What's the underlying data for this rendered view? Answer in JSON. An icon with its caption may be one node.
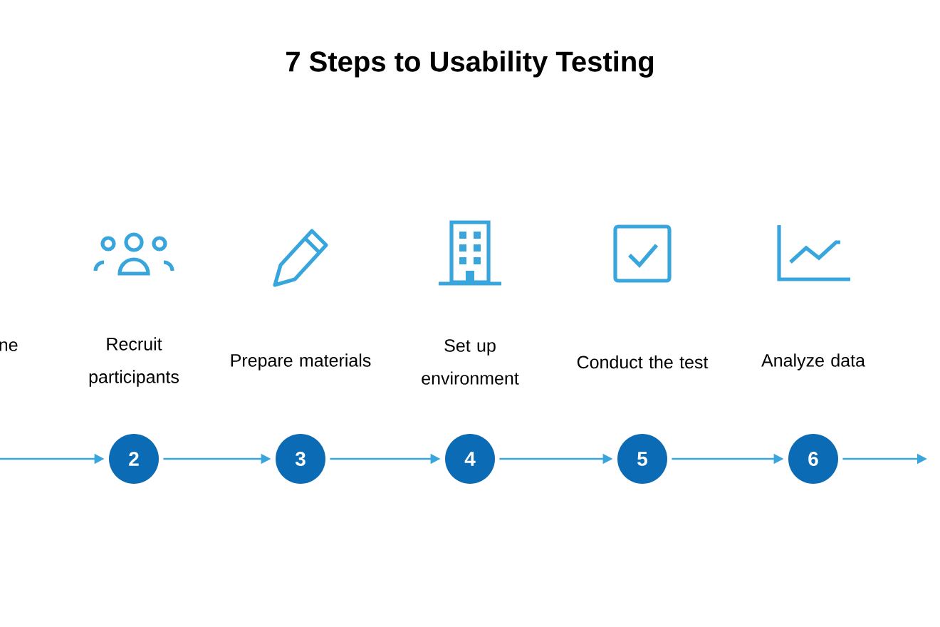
{
  "diagram": {
    "title": "7 Steps to Usability Testing",
    "nodes": [
      {
        "text": [
          "2"
        ],
        "beside": [
          "Recruit participants"
        ]
      },
      {
        "text": [
          "3"
        ],
        "beside": [
          "Prepare materials"
        ]
      },
      {
        "text": [
          "4"
        ],
        "beside": [
          "Set up environment"
        ]
      },
      {
        "text": [
          "5"
        ],
        "beside": [
          "Conduct the test"
        ]
      },
      {
        "text": [
          "6"
        ],
        "beside": [
          "Analyze data"
        ]
      }
    ],
    "edges": [
      {
        "from": null,
        "to": 0,
        "arrow": "to"
      },
      {
        "from": 0,
        "to": 1,
        "arrow": "to"
      },
      {
        "from": 1,
        "to": 2,
        "arrow": "to"
      },
      {
        "from": 2,
        "to": 3,
        "arrow": "to"
      },
      {
        "from": 3,
        "to": 4,
        "arrow": "to"
      },
      {
        "from": 4,
        "to": null,
        "arrow": "to"
      }
    ],
    "labels": [
      "ne"
    ]
  }
}
